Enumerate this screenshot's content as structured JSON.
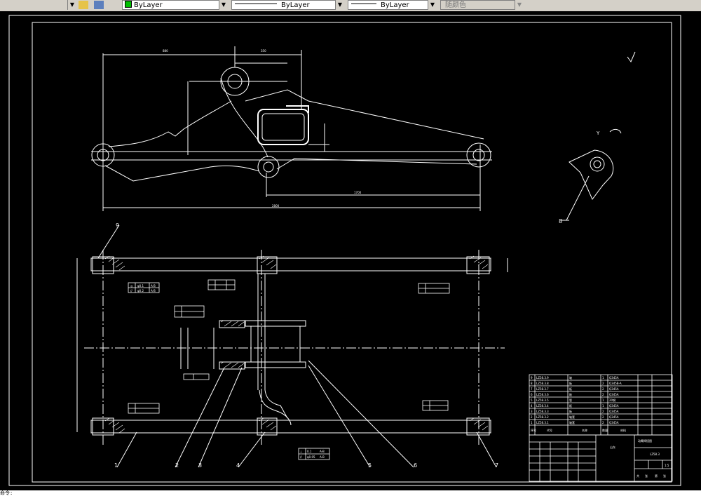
{
  "toolbar": {
    "color_control": "ByLayer",
    "linetype_control": "ByLayer",
    "lineweight_control": "ByLayer",
    "plotstyle_control": "随颜色",
    "color_swatch": "#00c000"
  },
  "drawing": {
    "balloons": [
      "1",
      "2",
      "3",
      "4",
      "5",
      "6",
      "7",
      "8",
      "9"
    ],
    "center_label": "Y",
    "title_block": {
      "drawing_name": "LZ58.3",
      "title_cell": "动臂焊接图",
      "company": "山东",
      "scale": "1:5",
      "footer": [
        "共",
        "张",
        "第",
        "张"
      ]
    },
    "parts_list": [
      {
        "no": "9",
        "code": "LZ58.3.9",
        "name": "轴",
        "qty": "1",
        "mat": "Q345A"
      },
      {
        "no": "8",
        "code": "LZ58.3.8",
        "name": "板",
        "qty": "2",
        "mat": "Q345B-A"
      },
      {
        "no": "7",
        "code": "LZ58.3.7",
        "name": "板",
        "qty": "2",
        "mat": "Q345A"
      },
      {
        "no": "6",
        "code": "LZ58.3.6",
        "name": "板",
        "qty": "2",
        "mat": "Q345A"
      },
      {
        "no": "5",
        "code": "LZ58.3.5",
        "name": "管",
        "qty": "1",
        "mat": "20钢"
      },
      {
        "no": "4",
        "code": "LZ58.3.4",
        "name": "板",
        "qty": "1",
        "mat": "Q345A"
      },
      {
        "no": "3",
        "code": "LZ58.3.3",
        "name": "板",
        "qty": "2",
        "mat": "Q345A"
      },
      {
        "no": "2",
        "code": "LZ58.3.2",
        "name": "轴套",
        "qty": "2",
        "mat": "Q345A"
      },
      {
        "no": "1",
        "code": "LZ58.3.1",
        "name": "轴套",
        "qty": "2",
        "mat": "Q345A"
      }
    ],
    "parts_header": [
      "序号",
      "代号",
      "名称",
      "数量",
      "材料"
    ],
    "tolerance_frames": [
      {
        "sym": "◎",
        "val": "φ0.1",
        "ref": "A-B"
      },
      {
        "sym": "//",
        "val": "φ0.2",
        "ref": "A-B"
      },
      {
        "sym": "⊥",
        "val": "0.1",
        "ref": "A-B"
      },
      {
        "sym": "//",
        "val": "φ0.05",
        "ref": "A-B"
      }
    ],
    "dims": {
      "overall_length": "2800",
      "dim_top": "880",
      "dim_small": "350",
      "dim_lower": "1700"
    }
  },
  "commandline": {
    "text": "命令: "
  }
}
